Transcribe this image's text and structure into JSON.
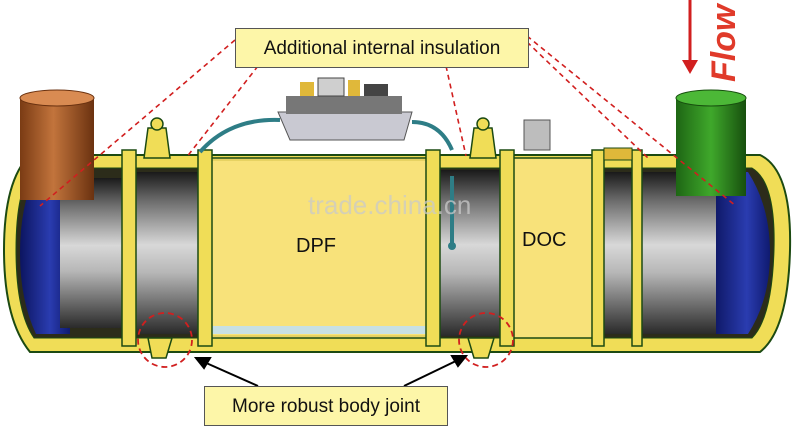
{
  "callouts": {
    "top": "Additional internal insulation",
    "bottom": "More robust body joint"
  },
  "components": {
    "dpf": "DPF",
    "doc": "DOC"
  },
  "flow_label": "Flow",
  "watermark": "trade.china.cn",
  "colors": {
    "shell_yellow": "#f0dd57",
    "insulation_yellow": "#f8e27a",
    "outline_green": "#1c4a12",
    "inlet_pipe": "#b0602c",
    "outlet_pipe": "#2e8a1c",
    "end_cap_blue": "#1b2b8c",
    "annotation_red": "#d11f1f",
    "callout_fill": "#fdf6a8"
  }
}
